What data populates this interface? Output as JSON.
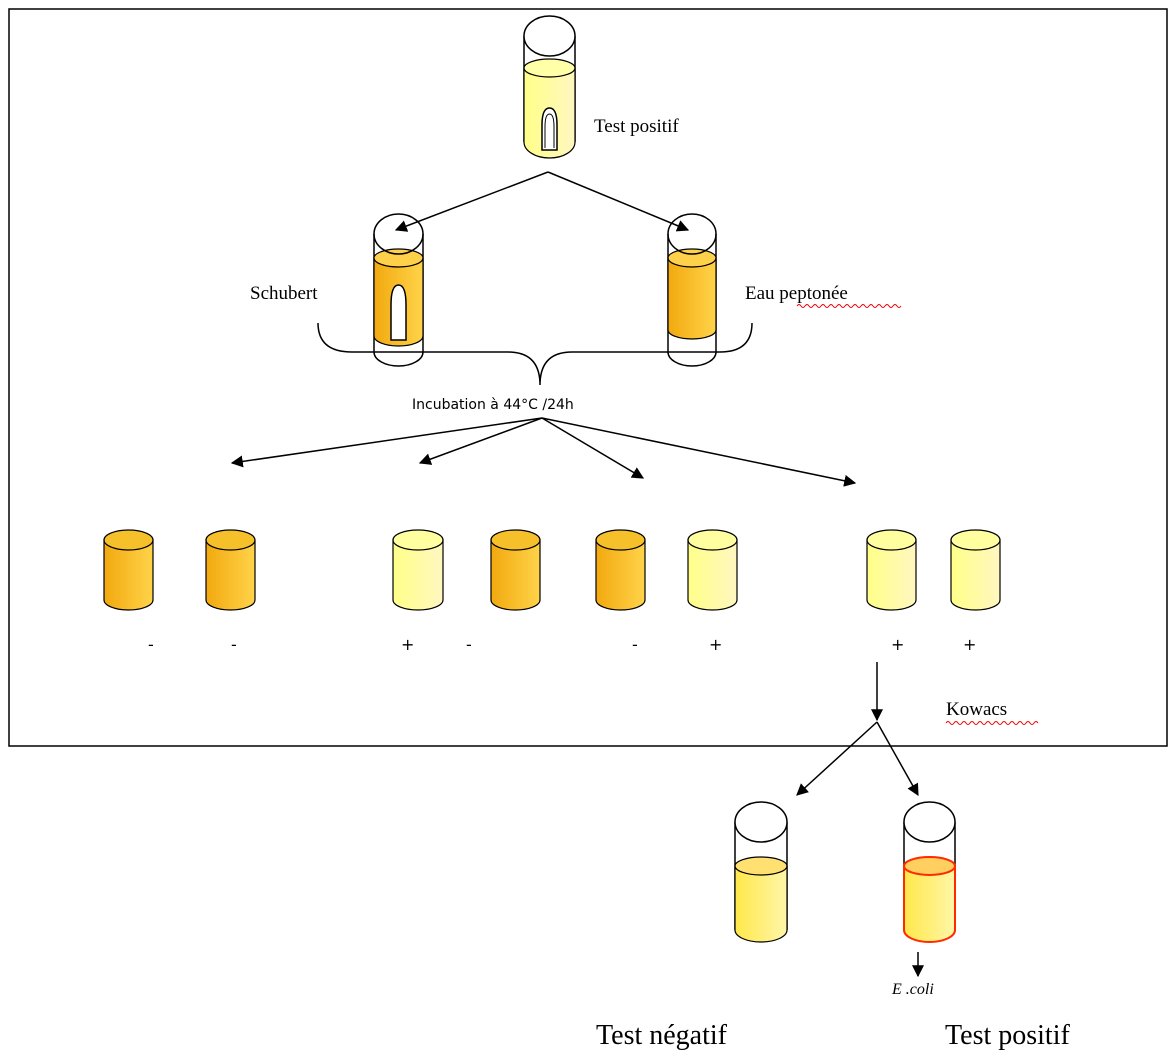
{
  "labels": {
    "top_tube": "Test positif",
    "schubert": "Schubert",
    "eau_peptonee": "Eau peptonée",
    "incubation": "Incubation à 44°C /24h",
    "kowacs": "Kowacs",
    "ecoli": "E .coli"
  },
  "signs": [
    "-",
    "-",
    "+",
    "-",
    "-",
    "+",
    "+",
    "+"
  ],
  "captions": {
    "negative": "Test négatif",
    "positive": "Test positif"
  },
  "colors": {
    "pale_yellow": "#ffff99",
    "orange_yellow": "#f5b81c",
    "pale_liquid": "#fff4a0",
    "red_ring": "#ff2a00"
  }
}
